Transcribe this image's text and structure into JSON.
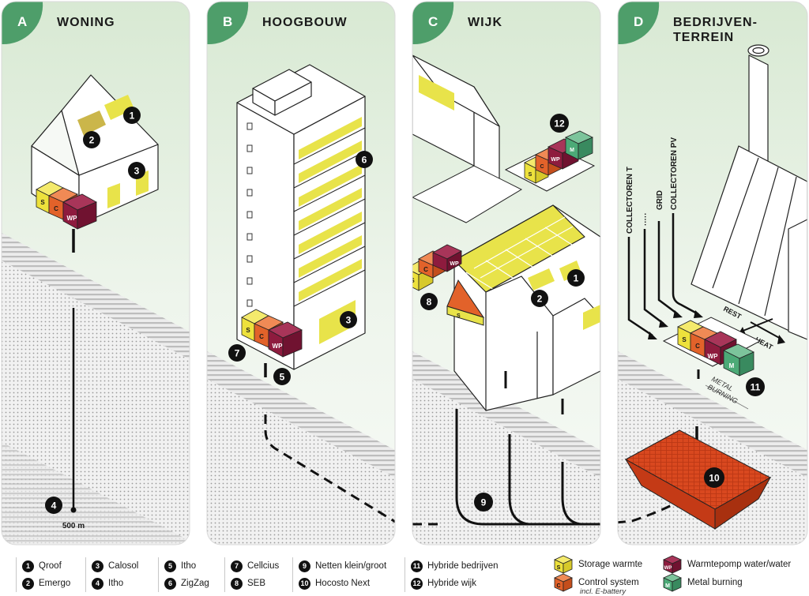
{
  "panels": [
    {
      "letter": "A",
      "title": "WONING"
    },
    {
      "letter": "B",
      "title": "HOOGBOUW"
    },
    {
      "letter": "C",
      "title": "WIJK"
    },
    {
      "letter": "D",
      "title_line1": "BEDRIJVEN-",
      "title_line2": "TERREIN"
    }
  ],
  "module_letters": {
    "storage": "S",
    "control": "C",
    "heatpump": "WP",
    "metal": "M"
  },
  "depth_label": "500 m",
  "collector_labels": {
    "collectoren_t": "COLLECTOREN T",
    "dots": "·····",
    "grid": "GRID",
    "collectoren_pv": "COLLECTOREN PV"
  },
  "flow_labels": {
    "rest": "REST",
    "heat": "HEAT",
    "metal_burning_1": "METAL",
    "metal_burning_2": "BURNING"
  },
  "markers": {
    "n1": "1",
    "n2": "2",
    "n3": "3",
    "n4": "4",
    "n5": "5",
    "n6": "6",
    "n7": "7",
    "n8": "8",
    "n9": "9",
    "n10": "10",
    "n11": "11",
    "n12": "12"
  },
  "legend": {
    "items": [
      {
        "num": "1",
        "label": "Qroof"
      },
      {
        "num": "2",
        "label": "Emergo"
      },
      {
        "num": "3",
        "label": "Calosol"
      },
      {
        "num": "4",
        "label": "Itho"
      },
      {
        "num": "5",
        "label": "Itho"
      },
      {
        "num": "6",
        "label": "ZigZag"
      },
      {
        "num": "7",
        "label": "Cellcius"
      },
      {
        "num": "8",
        "label": "SEB"
      },
      {
        "num": "9",
        "label": "Netten klein/groot"
      },
      {
        "num": "10",
        "label": "Hocosto Next"
      },
      {
        "num": "11",
        "label": "Hybride bedrijven"
      },
      {
        "num": "12",
        "label": "Hybride wijk"
      }
    ],
    "modules": [
      {
        "letter": "S",
        "label": "Storage warmte"
      },
      {
        "letter": "C",
        "label": "Control system",
        "sublabel": "incl. E-battery"
      },
      {
        "letter": "WP",
        "label": "Warmtepomp water/water"
      },
      {
        "letter": "M",
        "label": "Metal burning"
      }
    ]
  },
  "colors": {
    "sky_green": "#dcebd8",
    "accent_green": "#4e9e6a",
    "solar_yellow": "#e8e34a",
    "storage_yellow": "#ede13c",
    "control_orange": "#e2622a",
    "heatpump_maroon": "#8e1b3e",
    "metal_green": "#4caa77",
    "reservoir_red": "#d9481f"
  }
}
